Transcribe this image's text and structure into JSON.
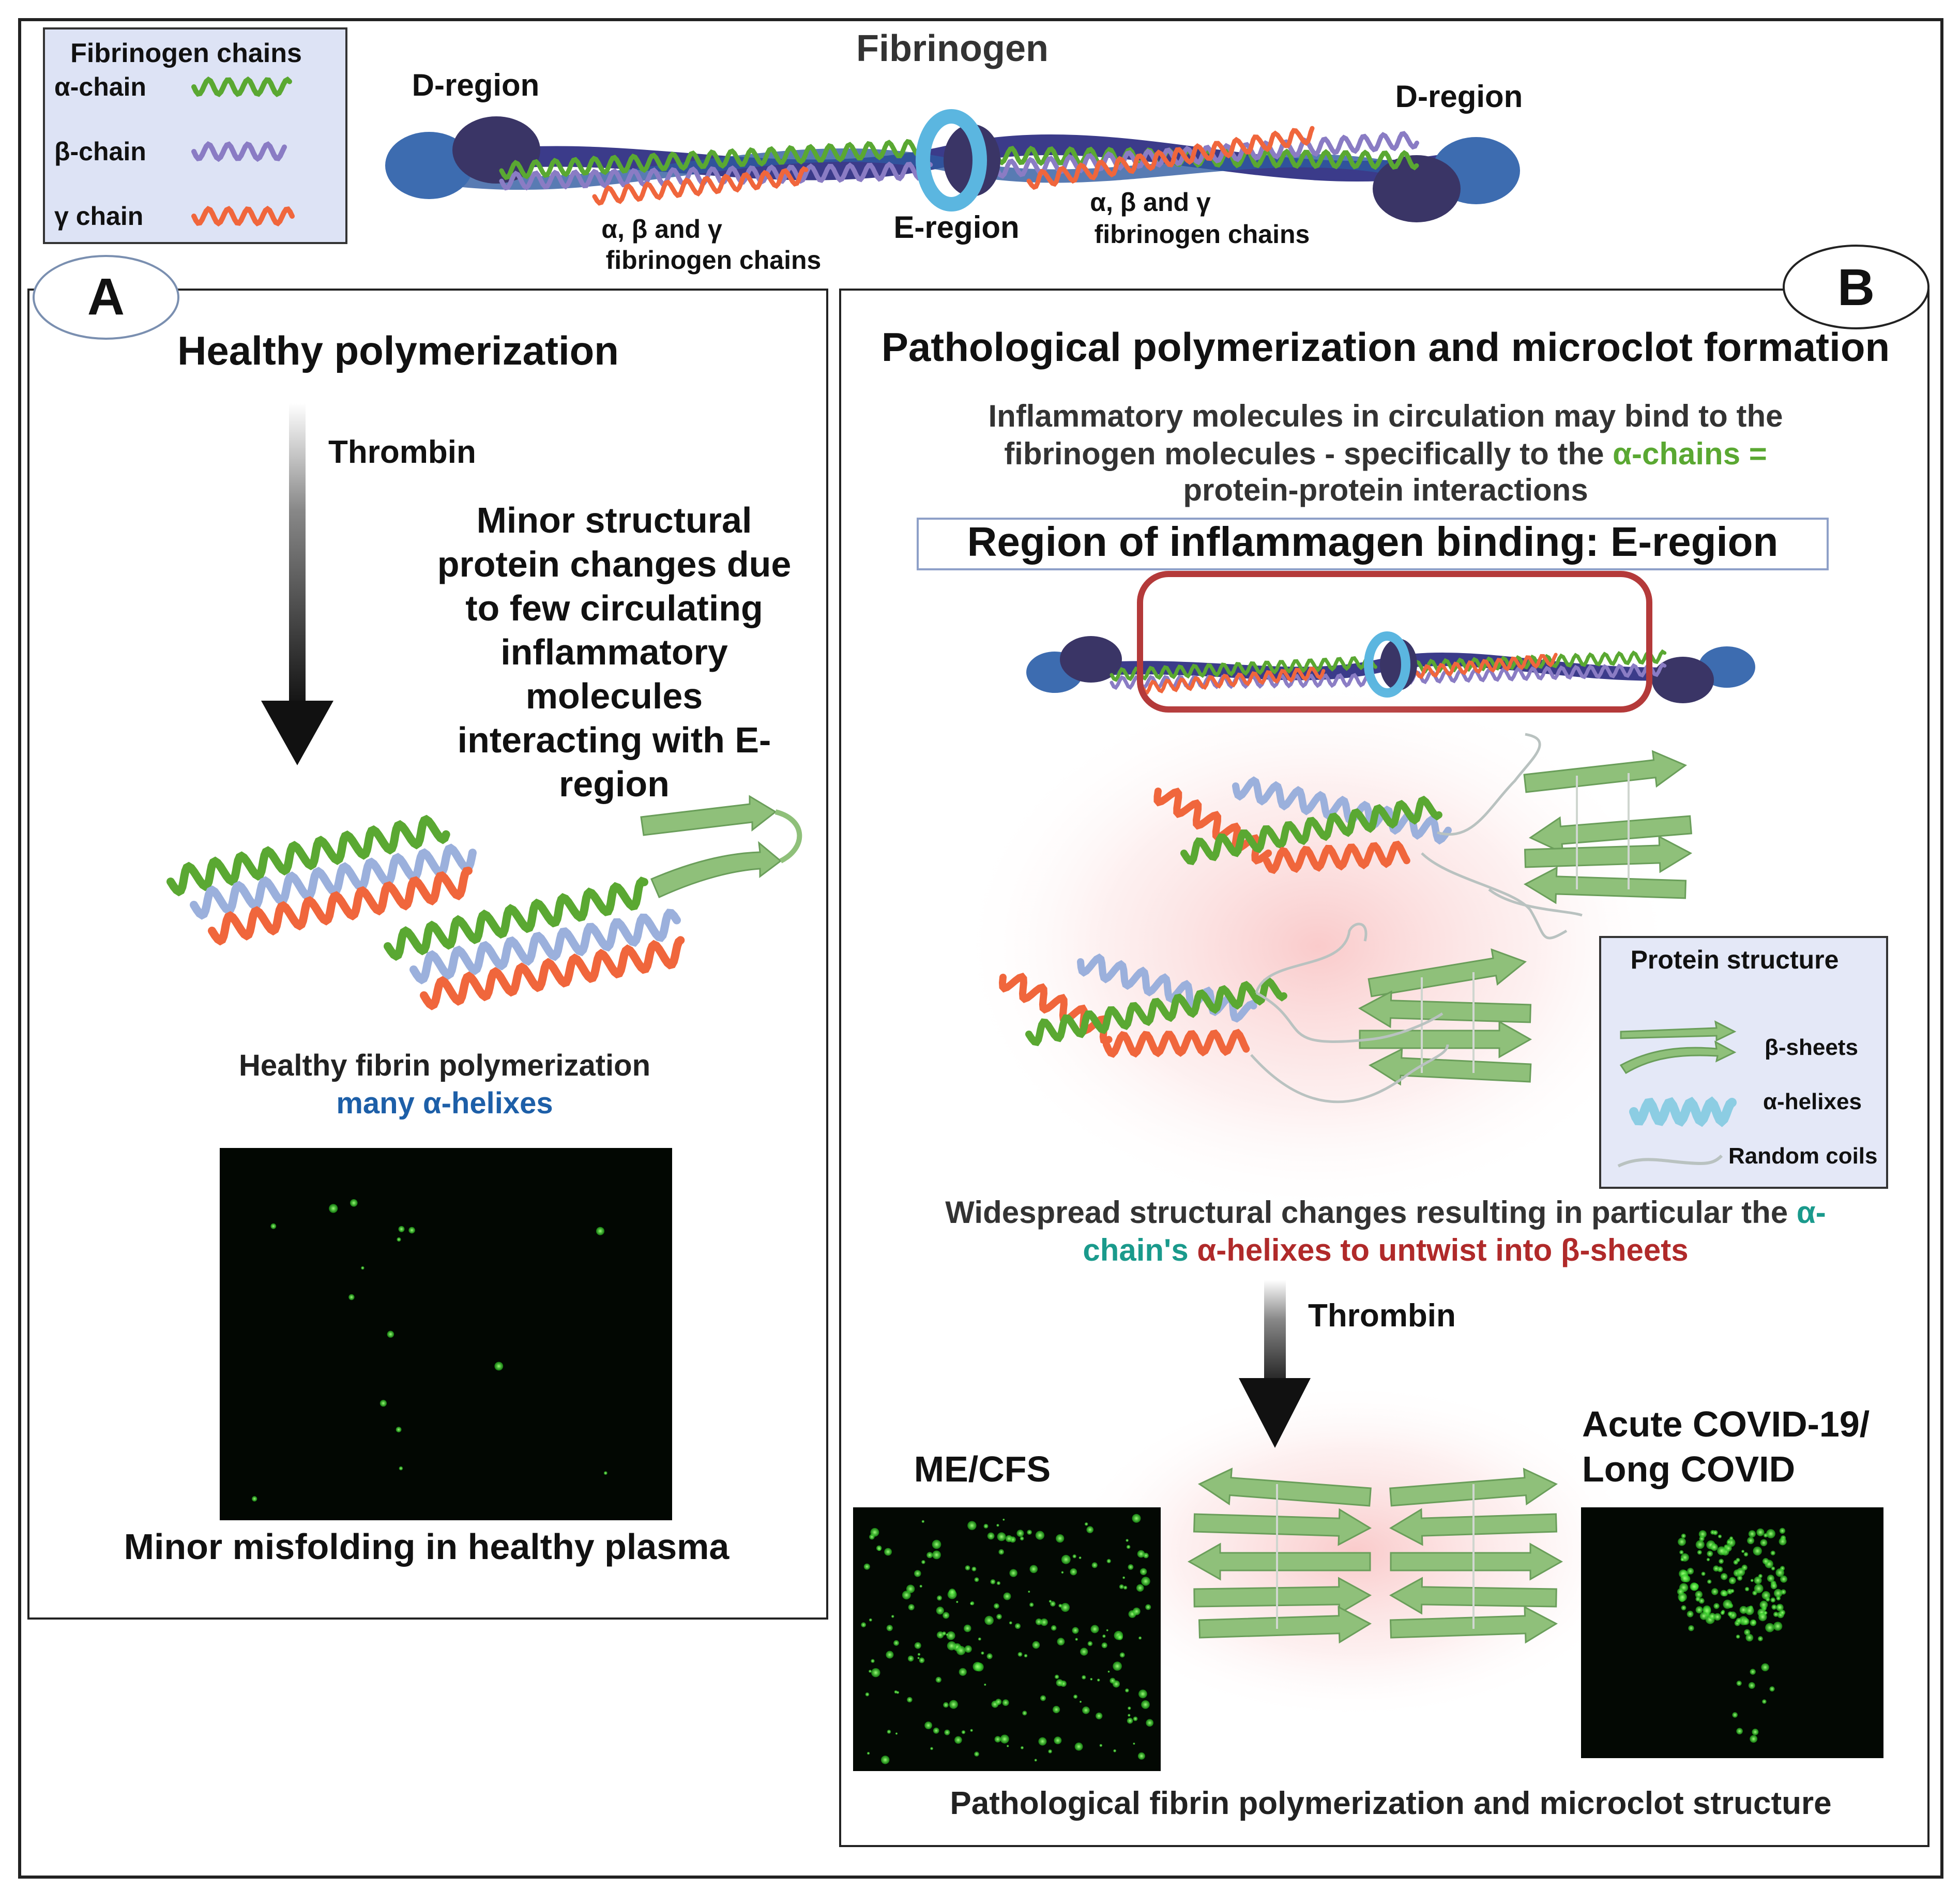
{
  "header": {
    "title": "Fibrinogen",
    "d_region_left": "D-region",
    "d_region_right": "D-region",
    "e_region": "E-region",
    "chains_left": [
      "α, β and γ",
      "fibrinogen chains"
    ],
    "chains_right": [
      "α, β and γ",
      "fibrinogen chains"
    ]
  },
  "legend": {
    "title": "Fibrinogen chains",
    "items": [
      {
        "label": "α-chain",
        "color": "#5aa832"
      },
      {
        "label": "β-chain",
        "color": "#8a7cc4"
      },
      {
        "label": "γ chain",
        "color": "#f0663c"
      }
    ]
  },
  "panel_a": {
    "badge": "A",
    "title": "Healthy polymerization",
    "arrow_label": "Thrombin",
    "note_lines": [
      "Minor structural",
      "protein changes due",
      "to few circulating",
      "inflammatory",
      "molecules",
      "interacting with E-",
      "region"
    ],
    "caption1": "Healthy fibrin polymerization",
    "caption2": "many α-helixes",
    "micro_caption": "Minor misfolding  in healthy plasma"
  },
  "panel_b": {
    "badge": "B",
    "title": "Pathological polymerization and microclot formation",
    "intro_line1": "Inflammatory molecules in circulation may bind to the",
    "intro_line2_a": "fibrinogen molecules - specifically to the ",
    "intro_line2_b": "α-chains =",
    "intro_line3": "protein-protein interactions",
    "region_box": "Region of inflammagen binding: E-region",
    "struct_legend": {
      "title": "Protein structure",
      "items": [
        "β-sheets",
        "α-helixes",
        "Random coils"
      ]
    },
    "change_line1_a": "Widespread structural changes resulting in particular the ",
    "change_line1_b": "α-",
    "change_line2_a": "chain's ",
    "change_line2_b": " α-helixes to untwist into β-sheets",
    "arrow_label": "Thrombin",
    "mecfs_label": "ME/CFS",
    "covid_label_1": "Acute COVID-19/",
    "covid_label_2": "Long COVID",
    "bottom_caption": "Pathological fibrin polymerization and microclot structure"
  },
  "colors": {
    "alpha": "#5aa832",
    "beta": "#8a7cc4",
    "gamma": "#f0663c",
    "helix_blue_caption": "#1d5fa8",
    "teal": "#1a9a8c",
    "dark_red": "#b02a2a",
    "legend_bg": "#dde3f5"
  }
}
